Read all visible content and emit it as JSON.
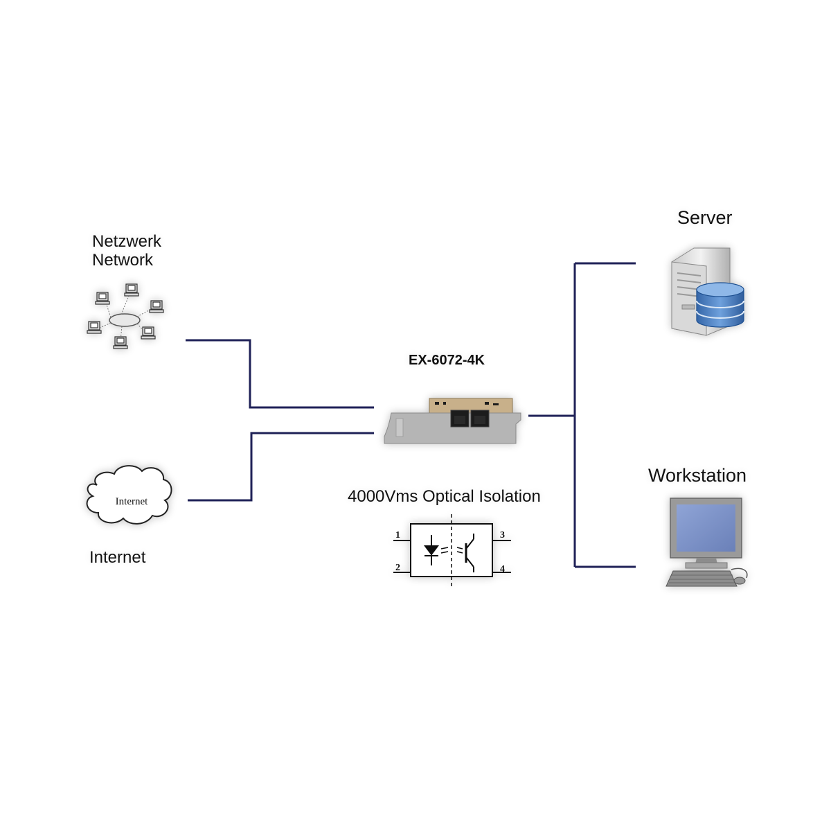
{
  "labels": {
    "network_de": "Netzwerk",
    "network_en": "Network",
    "internet": "Internet",
    "cloud_text": "Internet",
    "server": "Server",
    "workstation": "Workstation",
    "card_model": "EX-6072-4K",
    "isolation": "4000Vms Optical Isolation"
  },
  "optocoupler_pins": [
    "1",
    "2",
    "3",
    "4"
  ],
  "icons": [
    "network-topology-icon",
    "internet-cloud-icon",
    "pci-network-card-icon",
    "optocoupler-symbol-icon",
    "server-database-icon",
    "workstation-computer-icon"
  ],
  "colors": {
    "connector_line": "#1f2157",
    "card_pcb": "#c8b08a",
    "bracket": "#b5b5b5",
    "db_blue": "#4a7fc0",
    "screen": "#7d93c8"
  }
}
